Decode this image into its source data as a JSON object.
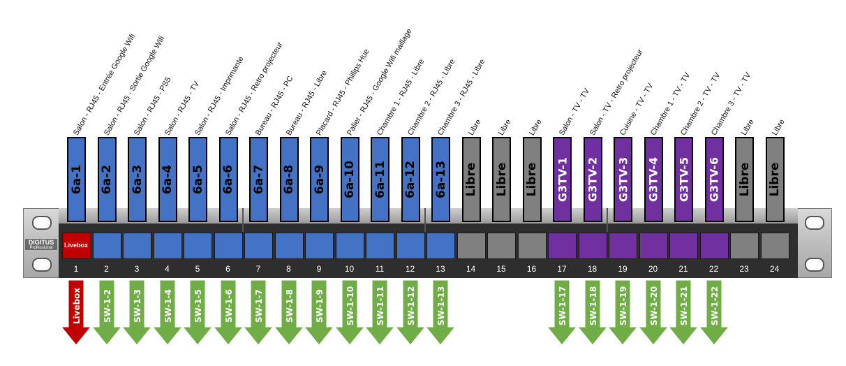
{
  "descriptions": [
    "Salon - RJ45 - Entrée Google Wifi",
    "Salon - RJ45 - Sortie Google Wifi",
    "Salon - RJ45 - PS5",
    "Salon - RJ45 - TV",
    "Salon - RJ45 - Imprimante",
    "Salon - RJ45 - Retro projecteur",
    "Bureau - RJ45 - PC",
    "Bureau - RJ45 - Libre",
    "Placard - RJ45 - Phillips Hue",
    "Palier - RJ45 - Google Wifi maillage",
    "Chambre 1 - RJ45 - Libre",
    "Chambre 2 - RJ45 - Libre",
    "Chambre 3 - RJ45 - Libre",
    "Libre",
    "Libre",
    "Libre",
    "Salon - TV - TV",
    "Salon - TV - Retro projecteur",
    "Cuisine - TV - TV",
    "Chambre 1 - TV - TV",
    "Chambre 2 - TV - TV",
    "Chambre 3 - TV - TV",
    "Libre",
    "Libre"
  ],
  "tags": [
    "6a-1",
    "6a-2",
    "6a-3",
    "6a-4",
    "6a-5",
    "6a-6",
    "6a-7",
    "6a-8",
    "6a-9",
    "6a-10",
    "6a-11",
    "6a-12",
    "6a-13",
    "Libre",
    "Libre",
    "Libre",
    "G3TV-1",
    "G3TV-2",
    "G3TV-3",
    "G3TV-4",
    "G3TV-5",
    "G3TV-6",
    "Libre",
    "Libre"
  ],
  "tag_types": [
    "blue",
    "blue",
    "blue",
    "blue",
    "blue",
    "blue",
    "blue",
    "blue",
    "blue",
    "blue",
    "blue",
    "blue",
    "blue",
    "gray",
    "gray",
    "gray",
    "purple",
    "purple",
    "purple",
    "purple",
    "purple",
    "purple",
    "gray",
    "gray"
  ],
  "port_numbers": [
    "1",
    "2",
    "3",
    "4",
    "5",
    "6",
    "7",
    "8",
    "9",
    "10",
    "11",
    "12",
    "13",
    "14",
    "15",
    "16",
    "17",
    "18",
    "19",
    "20",
    "21",
    "22",
    "23",
    "24"
  ],
  "port_colors": [
    "red",
    "blue",
    "blue",
    "blue",
    "blue",
    "blue",
    "blue",
    "blue",
    "blue",
    "blue",
    "blue",
    "blue",
    "blue",
    "gray",
    "gray",
    "gray",
    "purple",
    "purple",
    "purple",
    "purple",
    "purple",
    "purple",
    "gray",
    "gray"
  ],
  "port1_label": "Livebox",
  "brand": {
    "name": "DIGITUS",
    "sub": "Professional"
  },
  "connections": [
    {
      "port": 1,
      "label": "Livebox",
      "color": "red"
    },
    {
      "port": 2,
      "label": "SW-1-2",
      "color": "green"
    },
    {
      "port": 3,
      "label": "SW-1-3",
      "color": "green"
    },
    {
      "port": 4,
      "label": "SW-1-4",
      "color": "green"
    },
    {
      "port": 5,
      "label": "SW-1-5",
      "color": "green"
    },
    {
      "port": 6,
      "label": "SW-1-6",
      "color": "green"
    },
    {
      "port": 7,
      "label": "SW-1-7",
      "color": "green"
    },
    {
      "port": 8,
      "label": "SW-1-8",
      "color": "green"
    },
    {
      "port": 9,
      "label": "SW-1-9",
      "color": "green"
    },
    {
      "port": 10,
      "label": "SW-1-10",
      "color": "green"
    },
    {
      "port": 11,
      "label": "SW-1-11",
      "color": "green"
    },
    {
      "port": 12,
      "label": "SW-1-12",
      "color": "green"
    },
    {
      "port": 13,
      "label": "SW-1-13",
      "color": "green"
    },
    {
      "port": 17,
      "label": "SW-1-17",
      "color": "green"
    },
    {
      "port": 18,
      "label": "SW-1-18",
      "color": "green"
    },
    {
      "port": 19,
      "label": "SW-1-19",
      "color": "green"
    },
    {
      "port": 20,
      "label": "SW-1-20",
      "color": "green"
    },
    {
      "port": 21,
      "label": "SW-1-21",
      "color": "green"
    },
    {
      "port": 22,
      "label": "SW-1-22",
      "color": "green"
    }
  ],
  "colors": {
    "blue": "#4472c4",
    "gray": "#808080",
    "purple": "#7030a0",
    "red": "#c00000",
    "green": "#70ad47",
    "panel": "#2e2e2e"
  }
}
